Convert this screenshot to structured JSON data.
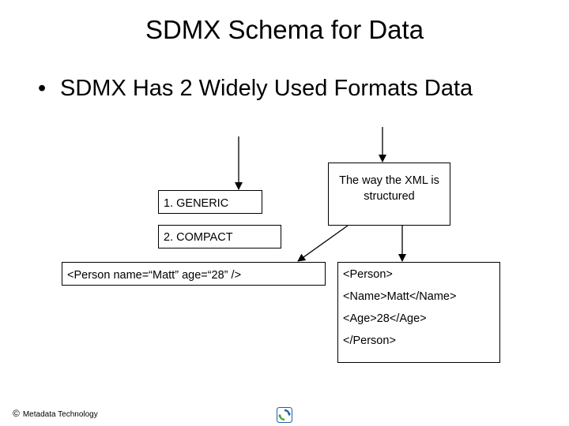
{
  "slide": {
    "title": "SDMX Schema for Data",
    "bullet": "SDMX Has 2 Widely Used Formats Data"
  },
  "boxes": {
    "generic": "1. GENERIC",
    "compact": "2. COMPACT",
    "compact_example": "<Person name=“Matt” age=“28” />",
    "note": "The way the XML is structured",
    "generic_example": [
      "<Person>",
      "<Name>Matt</Name>",
      "<Age>28</Age>",
      "</Person>"
    ]
  },
  "footer": {
    "copyright_symbol": "©",
    "text": "Metadata Technology"
  },
  "colors": {
    "logo_blue": "#1c5fa8",
    "logo_green": "#4a9a3a"
  }
}
